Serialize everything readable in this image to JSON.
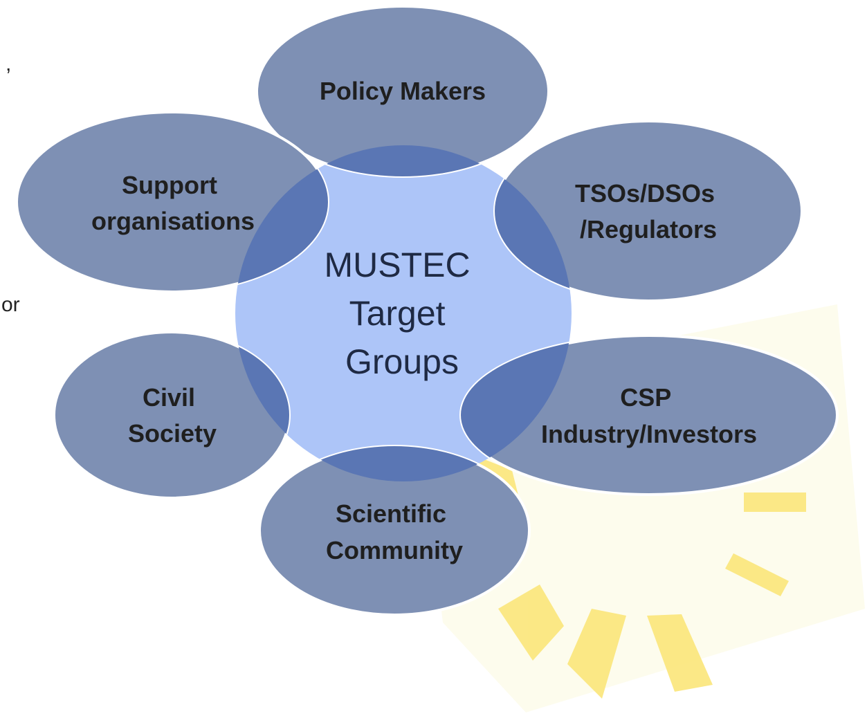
{
  "diagram": {
    "center": {
      "lines": [
        "MUSTEC",
        "Target",
        "Groups"
      ]
    },
    "nodes": [
      {
        "id": "policy-makers",
        "lines": [
          "Policy Makers"
        ]
      },
      {
        "id": "support-organisations",
        "lines": [
          "Support",
          "organisations"
        ]
      },
      {
        "id": "tsos-dsos-regulators",
        "lines": [
          "TSOs/DSOs",
          "/Regulators"
        ]
      },
      {
        "id": "civil-society",
        "lines": [
          "Civil",
          "Society"
        ]
      },
      {
        "id": "csp-industry-investors",
        "lines": [
          "CSP",
          "Industry/Investors"
        ]
      },
      {
        "id": "scientific-community",
        "lines": [
          "Scientific",
          "Community"
        ]
      }
    ],
    "edge_fragments": [
      ",",
      "or"
    ]
  },
  "colors": {
    "center_fill": "#adc5f8",
    "node_fill": "#6e82ac",
    "overlap_fill": "#5b78b4",
    "node_stroke": "#ffffff",
    "logo_yellow": "#fbe67a",
    "logo_gray": "#777e78"
  },
  "icons": {
    "background_logo": "sun-logo-watermark"
  }
}
